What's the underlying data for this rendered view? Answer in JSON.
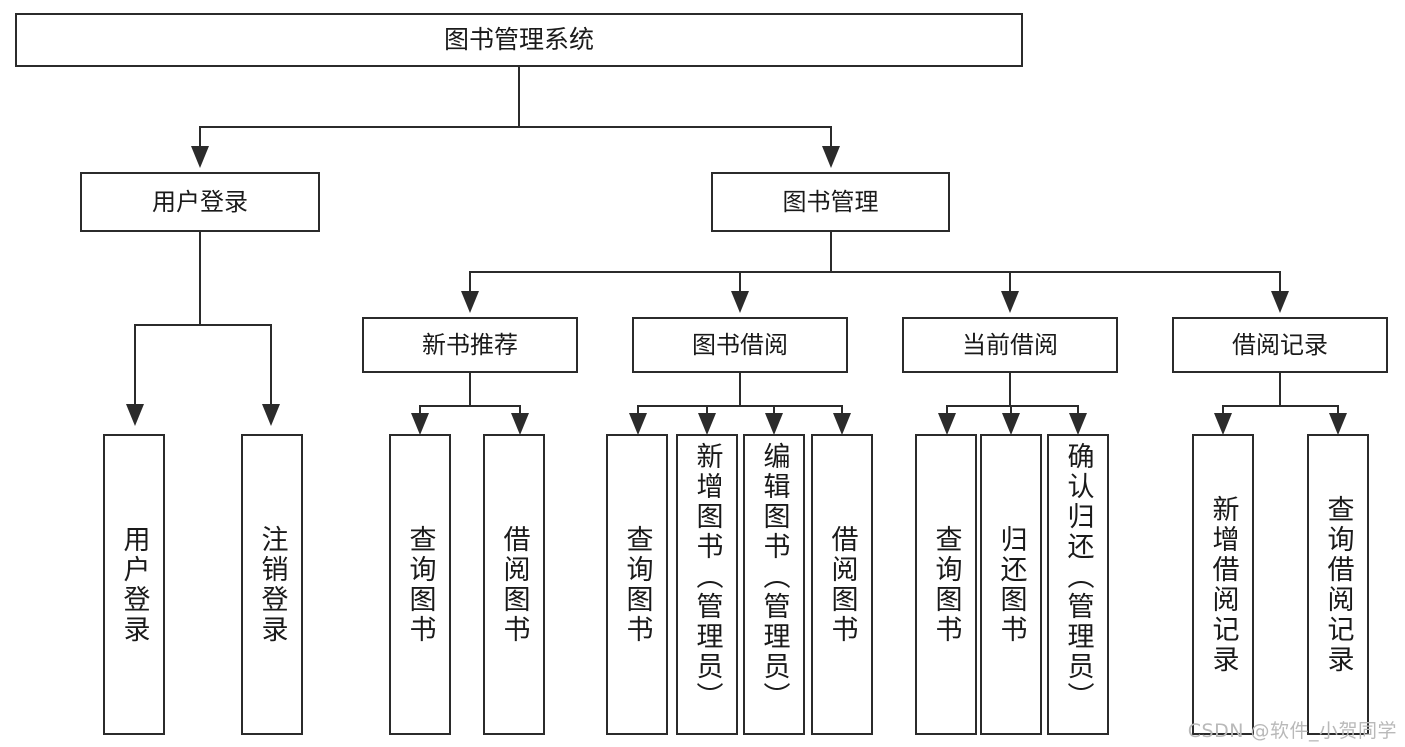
{
  "diagram": {
    "title": "图书管理系统",
    "watermark": "CSDN @软件_小贺同学",
    "type": "tree-hierarchy",
    "colors": {
      "stroke": "#2b2b2b",
      "fill": "#ffffff",
      "text": "#1a1a1a",
      "watermark": "#b9b9b9"
    },
    "levels": {
      "level1": [
        {
          "label": "用户登录"
        },
        {
          "label": "图书管理"
        }
      ],
      "level2": [
        {
          "label": "新书推荐"
        },
        {
          "label": "图书借阅"
        },
        {
          "label": "当前借阅"
        },
        {
          "label": "借阅记录"
        }
      ],
      "leaves": [
        {
          "label": "用户登录",
          "parent": "用户登录"
        },
        {
          "label": "注销登录",
          "parent": "用户登录"
        },
        {
          "label": "查询图书",
          "parent": "新书推荐"
        },
        {
          "label": "借阅图书",
          "parent": "新书推荐"
        },
        {
          "label": "查询图书",
          "parent": "图书借阅"
        },
        {
          "label": "新增图书（管理员）",
          "parent": "图书借阅"
        },
        {
          "label": "编辑图书（管理员）",
          "parent": "图书借阅"
        },
        {
          "label": "借阅图书",
          "parent": "图书借阅"
        },
        {
          "label": "查询图书",
          "parent": "当前借阅"
        },
        {
          "label": "归还图书",
          "parent": "当前借阅"
        },
        {
          "label": "确认归还（管理员）",
          "parent": "当前借阅"
        },
        {
          "label": "新增借阅记录",
          "parent": "借阅记录"
        },
        {
          "label": "查询借阅记录",
          "parent": "借阅记录"
        }
      ]
    }
  }
}
